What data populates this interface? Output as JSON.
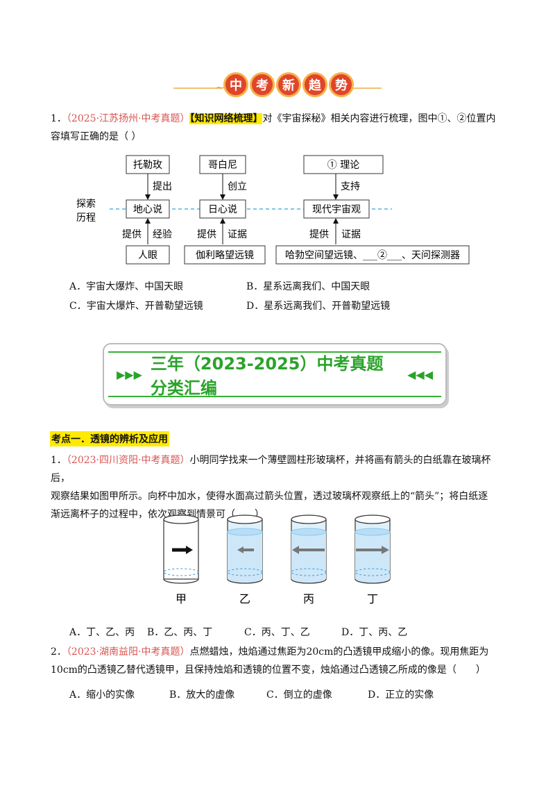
{
  "banner": {
    "chars": [
      "中",
      "考",
      "新",
      "趋",
      "势"
    ]
  },
  "q1": {
    "number": "1．",
    "source": "（2025·江苏扬州·中考真题）",
    "tag": "【知识网络梳理】",
    "text_line1": "对《宇宙探秘》相关内容进行梳理，图中①、②位置内",
    "text_line2": "容填写正确的是（ ）",
    "diagram": {
      "side_label_1": "探索",
      "side_label_2": "历程",
      "top_boxes": [
        "托勒玫",
        "哥白尼",
        "①  理论"
      ],
      "top_arrows": [
        "提出",
        "创立",
        "支持"
      ],
      "middle_boxes": [
        "地心说",
        "日心说",
        "现代宇宙观"
      ],
      "bottom_left_labels": [
        "提供",
        "提供",
        "提供"
      ],
      "bottom_right_labels": [
        "经验",
        "证据",
        "证据"
      ],
      "bottom_boxes": [
        "人眼",
        "伽利略望远镜",
        "哈勃空间望远镜、___②___、天问探测器"
      ]
    },
    "options": [
      "A．宇宙大爆炸、中国天眼",
      "B．星系远离我们、中国天眼",
      "C．宇宙大爆炸、开普勒望远镜",
      "D．星系远离我们、开普勒望远镜"
    ]
  },
  "section": {
    "left_arrows": "▶▶▶",
    "title": "三年（2023-2025）中考真题分类汇编",
    "right_arrows": "◀◀◀"
  },
  "topic1": {
    "title": "考点一．透镜的辨析及应用"
  },
  "q2": {
    "number": "1．",
    "source": "（2023·四川资阳·中考真题）",
    "line1": "小明同学找来一个薄壁圆柱形玻璃杯，并将画有箭头的白纸靠在玻璃杯后，",
    "line2": "观察结果如图甲所示。向杯中加水，使得水面高过箭头位置，透过玻璃杯观察纸上的“箭头”；将白纸逐",
    "line3": "渐远离杯子的过程中，依次观察到情景可（　　）",
    "cup_labels": [
      "甲",
      "乙",
      "丙",
      "丁"
    ],
    "options": [
      "A．丁、乙、丙",
      "B．乙、丙、丁",
      "C．丙、丁、乙",
      "D．丁、丙、乙"
    ]
  },
  "q3": {
    "number": "2．",
    "source": "（2023·湖南益阳·中考真题）",
    "line1": "点燃蜡烛，烛焰通过焦距为20cm的凸透镜甲成缩小的像。现用焦距为",
    "line2": "10cm的凸透镜乙替代透镜甲，且保持烛焰和透镜的位置不变，烛焰通过凸透镜乙所成的像是（　　）",
    "options": [
      "A．缩小的实像",
      "B．放大的虚像",
      "C．倒立的虚像",
      "D．正立的实像"
    ]
  },
  "colors": {
    "source_red": "#d9534f",
    "highlight_yellow": "#ffea00",
    "section_green": "#2aa32a",
    "banner_red": "#e0452a"
  }
}
